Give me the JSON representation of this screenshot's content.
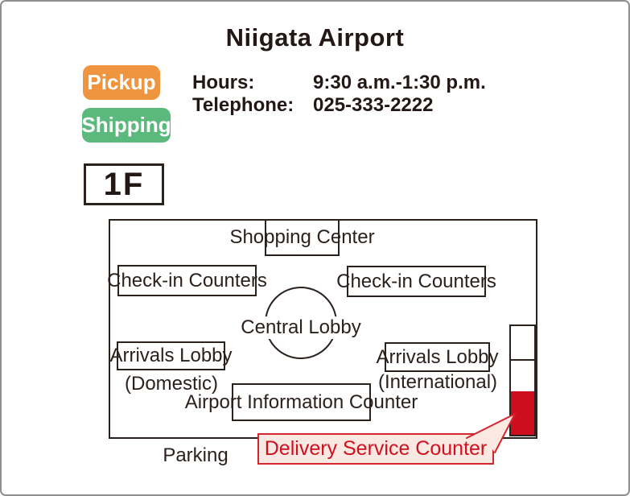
{
  "title": "Niigata Airport",
  "badges": {
    "pickup": "Pickup",
    "shipping": "Shipping"
  },
  "info": {
    "hours_label": "Hours:",
    "hours_value": "9:30 a.m.-1:30 p.m.",
    "telephone_label": "Telephone:",
    "telephone_value": "025-333-2222"
  },
  "floor_label": "1F",
  "map": {
    "shopping_center": "Shopping Center",
    "checkin_left": "Check-in Counters",
    "checkin_right": "Check-in Counters",
    "central_lobby": "Central Lobby",
    "arrivals_domestic": "Arrivals Lobby",
    "arrivals_domestic_sub": "(Domestic)",
    "arrivals_international": "Arrivals Lobby",
    "arrivals_international_sub": "(International)",
    "information_counter": "Airport Information Counter",
    "delivery_counter": "Delivery Service Counter",
    "parking": "Parking"
  },
  "colors": {
    "pickup_badge": "#F0953F",
    "shipping_badge": "#5CB97E",
    "delivery_red": "#CE0E1E",
    "callout_background": "#FAE9E3",
    "callout_border": "#D4262E",
    "line_color": "#2B211D",
    "page_border": "#8F8F8F"
  }
}
